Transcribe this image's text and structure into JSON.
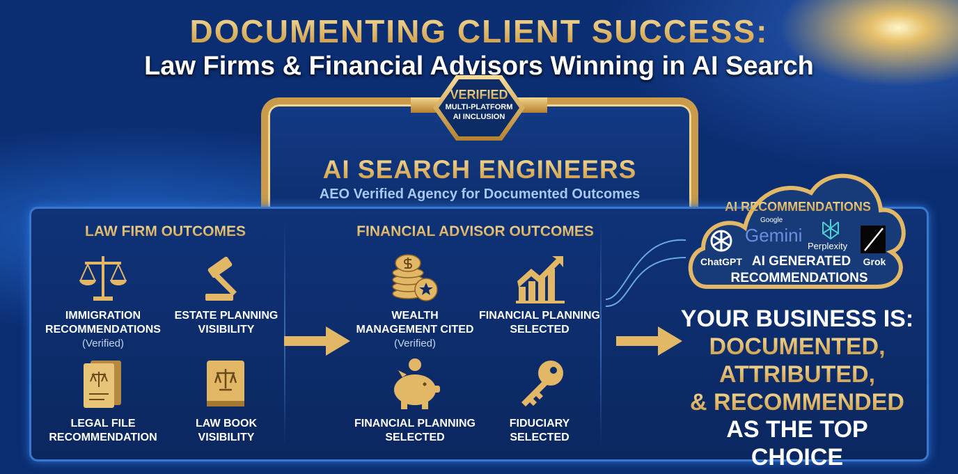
{
  "header": {
    "title": "DOCUMENTING CLIENT SUCCESS:",
    "subtitle": "Law Firms & Financial Advisors Winning in AI Search"
  },
  "badge": {
    "line1": "VERIFIED",
    "line2": "MULTI-PLATFORM",
    "line3": "AI INCLUSION"
  },
  "agency": {
    "name": "AI SEARCH ENGINEERS",
    "tagline": "AEO Verified Agency for Documented Outcomes"
  },
  "law": {
    "title": "LAW FIRM OUTCOMES",
    "items": [
      {
        "icon": "scales-icon",
        "l1": "IMMIGRATION",
        "l2": "RECOMMENDATIONS",
        "note": "(Verified)"
      },
      {
        "icon": "gavel-icon",
        "l1": "ESTATE PLANNING",
        "l2": "VISIBILITY"
      },
      {
        "icon": "legal-file-icon",
        "l1": "LEGAL FILE",
        "l2": "RECOMMENDATION"
      },
      {
        "icon": "law-book-icon",
        "l1": "LAW BOOK",
        "l2": "VISIBILITY"
      }
    ]
  },
  "finance": {
    "title": "FINANCIAL ADVISOR OUTCOMES",
    "items": [
      {
        "icon": "coins-icon",
        "l1": "WEALTH",
        "l2": "MANAGEMENT CITED",
        "note": "(Verified)"
      },
      {
        "icon": "growth-chart-icon",
        "l1": "FINANCIAL PLANNING",
        "l2": "SELECTED"
      },
      {
        "icon": "piggy-bank-icon",
        "l1": "FINANCIAL PLANNING",
        "l2": "SELECTED"
      },
      {
        "icon": "key-icon",
        "l1": "FIDUCIARY",
        "l2": "SELECTED"
      }
    ]
  },
  "cloud": {
    "title": "AI RECOMMENDATIONS",
    "chatgpt": "ChatGPT",
    "google": "Google",
    "gemini": "Gemini",
    "perplexity": "Perplexity",
    "grok": "Grok",
    "l1": "AI GENERATED",
    "l2": "RECOMMENDATIONS"
  },
  "result": {
    "l1": "YOUR BUSINESS IS:",
    "l2": "DOCUMENTED,",
    "l3": "ATTRIBUTED,",
    "l4": "& RECOMMENDED",
    "l5": "AS THE TOP CHOICE"
  },
  "colors": {
    "gold": "#e9c36e",
    "navy": "#0b2760",
    "accent": "#3a78d0"
  }
}
